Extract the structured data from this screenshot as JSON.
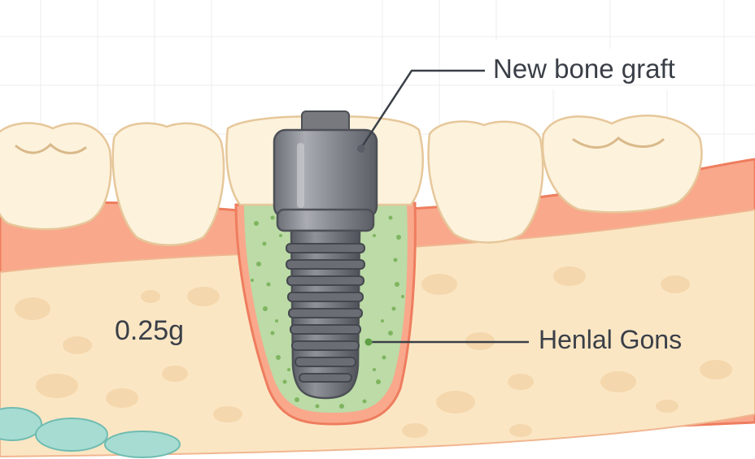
{
  "labels": {
    "bone_graft": "New bone graft",
    "gum": "Henlal Gons",
    "mass": "0.25g"
  },
  "colors": {
    "gum": "#f9a88c",
    "gum_edge": "#ee7d5e",
    "bone": "#fbe6c4",
    "bone_spot": "#f2d2a4",
    "tooth": "#fdf2dc",
    "tooth_shadow": "#ecd6b0",
    "graft": "#bcdba7",
    "graft_dot": "#7fb55f",
    "implant": "#8a8d94",
    "implant_dark": "#5f6269",
    "nerve": "#a7dcd3",
    "leader": "#3a3f47",
    "grid": "#ececec"
  }
}
